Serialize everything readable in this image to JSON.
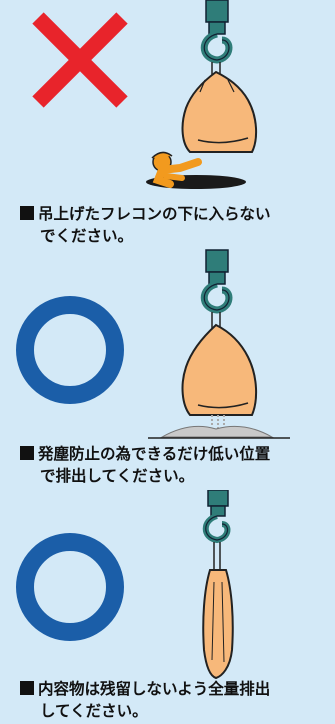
{
  "panels": [
    {
      "verdict": "prohibited",
      "verdict_icon": "red-x-icon",
      "caption": "吊上げたフレコンの下に入らないでください。",
      "caption_line1": "吊上げたフレコンの下に入らない",
      "caption_line2": "でください。"
    },
    {
      "verdict": "correct",
      "verdict_icon": "blue-circle-icon",
      "caption": "発塵防止の為できるだけ低い位置で排出してください。",
      "caption_line1": "発塵防止の為できるだけ低い位置",
      "caption_line2": "で排出してください。"
    },
    {
      "verdict": "correct",
      "verdict_icon": "blue-circle-icon",
      "caption": "内容物は残留しないよう全量排出してください。",
      "caption_line1": "内容物は残留しないよう全量排出",
      "caption_line2": "してください。"
    }
  ],
  "colors": {
    "background": "#d3e9f7",
    "red_x": "#e8242b",
    "blue_circle": "#1b5ea8",
    "bag": "#f7b87a",
    "hook": "#2f7d79",
    "worker": "#f29a1e"
  }
}
